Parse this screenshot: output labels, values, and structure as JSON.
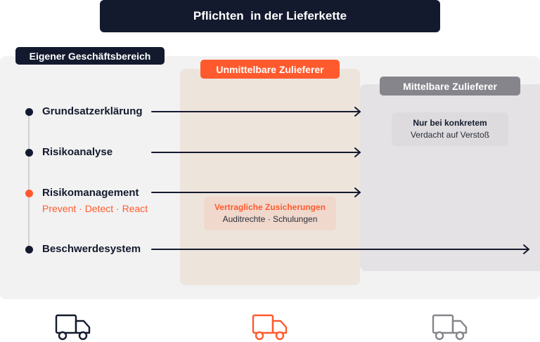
{
  "title": "Pflichten  in der Lieferkette",
  "zones": {
    "own": {
      "label": "Eigener Geschäftsbereich"
    },
    "direct": {
      "label": "Unmittelbare Zulieferer"
    },
    "indirect": {
      "label": "Mittelbare Zulieferer"
    }
  },
  "duties": [
    {
      "label": "Grundsatzerklärung",
      "reaches": "direct"
    },
    {
      "label": "Risikoanalyse",
      "reaches": "direct"
    },
    {
      "label": "Risikomanagement",
      "sublabel": "Prevent · Detect · React",
      "reaches": "direct",
      "highlight": true
    },
    {
      "label": "Beschwerdesystem",
      "reaches": "indirect"
    }
  ],
  "notes": {
    "direct": {
      "title": "Vertragliche Zusicherungen",
      "text": "Auditrechte · Schulungen"
    },
    "indirect": {
      "title": "Nur bei konkretem",
      "text": "Verdacht auf Verstoß"
    }
  },
  "icons": [
    {
      "name": "truck-icon-own",
      "color": "#141a2e"
    },
    {
      "name": "truck-icon-direct",
      "color": "#ff5a2d"
    },
    {
      "name": "truck-icon-indirect",
      "color": "#86858c"
    }
  ],
  "colors": {
    "dark": "#141a2e",
    "accent": "#ff5a2d",
    "grey": "#86858c"
  }
}
